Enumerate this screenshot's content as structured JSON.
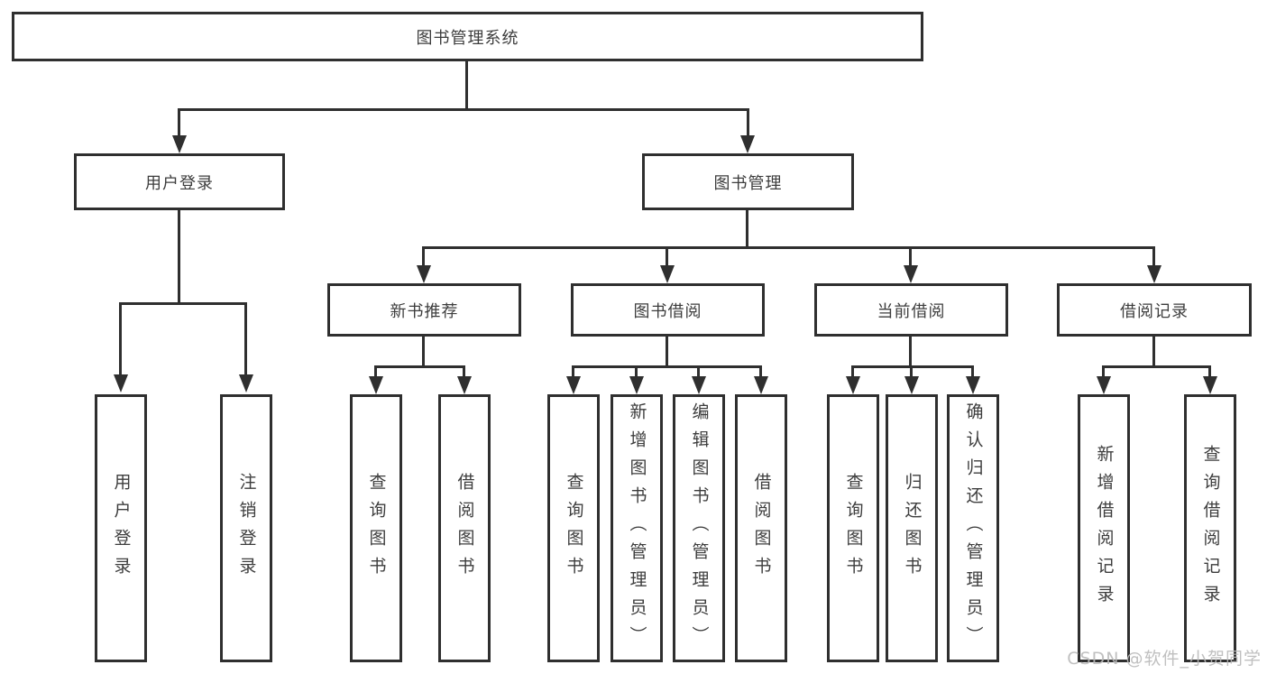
{
  "tree": {
    "root": {
      "label": "图书管理系统"
    },
    "branches": [
      {
        "label": "用户登录",
        "children": [
          {
            "label": "用户登录"
          },
          {
            "label": "注销登录"
          }
        ]
      },
      {
        "label": "图书管理",
        "children": [
          {
            "label": "新书推荐",
            "children": [
              {
                "label": "查询图书"
              },
              {
                "label": "借阅图书"
              }
            ]
          },
          {
            "label": "图书借阅",
            "children": [
              {
                "label": "查询图书"
              },
              {
                "label": "新增图书（管理员）"
              },
              {
                "label": "编辑图书（管理员）"
              },
              {
                "label": "借阅图书"
              }
            ]
          },
          {
            "label": "当前借阅",
            "children": [
              {
                "label": "查询图书"
              },
              {
                "label": "归还图书"
              },
              {
                "label": "确认归还（管理员）"
              }
            ]
          },
          {
            "label": "借阅记录",
            "children": [
              {
                "label": "新增借阅记录"
              },
              {
                "label": "查询借阅记录"
              }
            ]
          }
        ]
      }
    ]
  },
  "watermark": {
    "text": "CSDN @软件_小贺同学"
  },
  "colors": {
    "line": "#2f2f2f",
    "text": "#3d3d3d",
    "watermark": "#b9b9b9",
    "background": "#ffffff"
  }
}
